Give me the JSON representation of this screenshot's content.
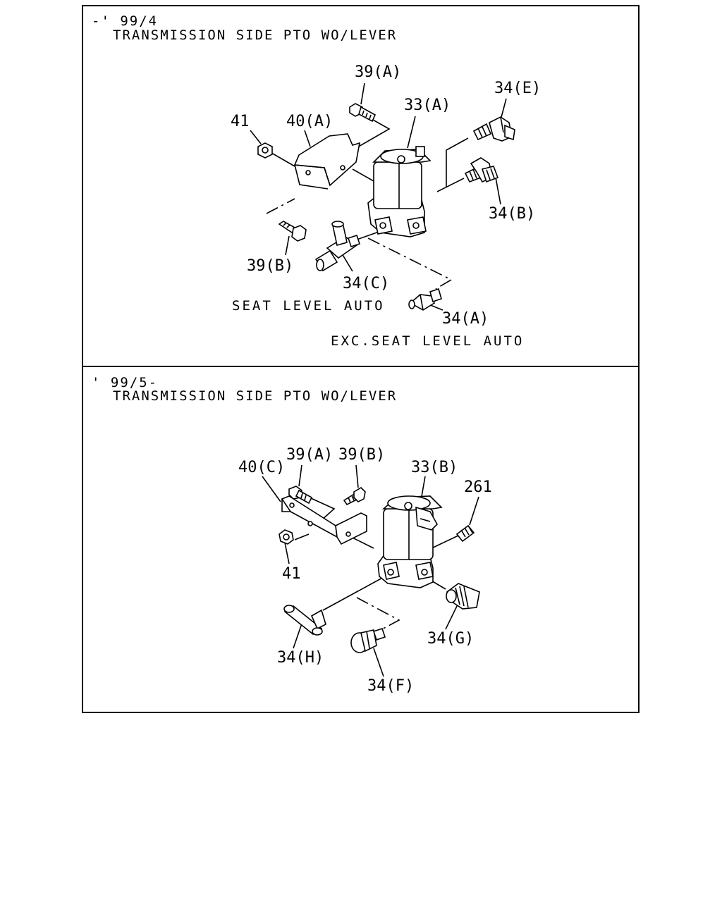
{
  "panels": [
    {
      "date_range": "-' 99/4",
      "title": "TRANSMISSION SIDE PTO WO/LEVER",
      "labels": {
        "p39a": "39(A)",
        "p33a": "33(A)",
        "p34e": "34(E)",
        "p41": "41",
        "p40a": "40(A)",
        "p34b": "34(B)",
        "p39b": "39(B)",
        "p34c": "34(C)",
        "p34a": "34(A)"
      },
      "captions": {
        "seat_level": "SEAT LEVEL AUTO",
        "exc_seat_level": "EXC.SEAT LEVEL AUTO"
      }
    },
    {
      "date_range": "' 99/5-",
      "title": "TRANSMISSION SIDE PTO WO/LEVER",
      "labels": {
        "p39a": "39(A)",
        "p39b": "39(B)",
        "p40c": "40(C)",
        "p33b": "33(B)",
        "p261": "261",
        "p41": "41",
        "p34g": "34(G)",
        "p34h": "34(H)",
        "p34f": "34(F)"
      }
    }
  ]
}
